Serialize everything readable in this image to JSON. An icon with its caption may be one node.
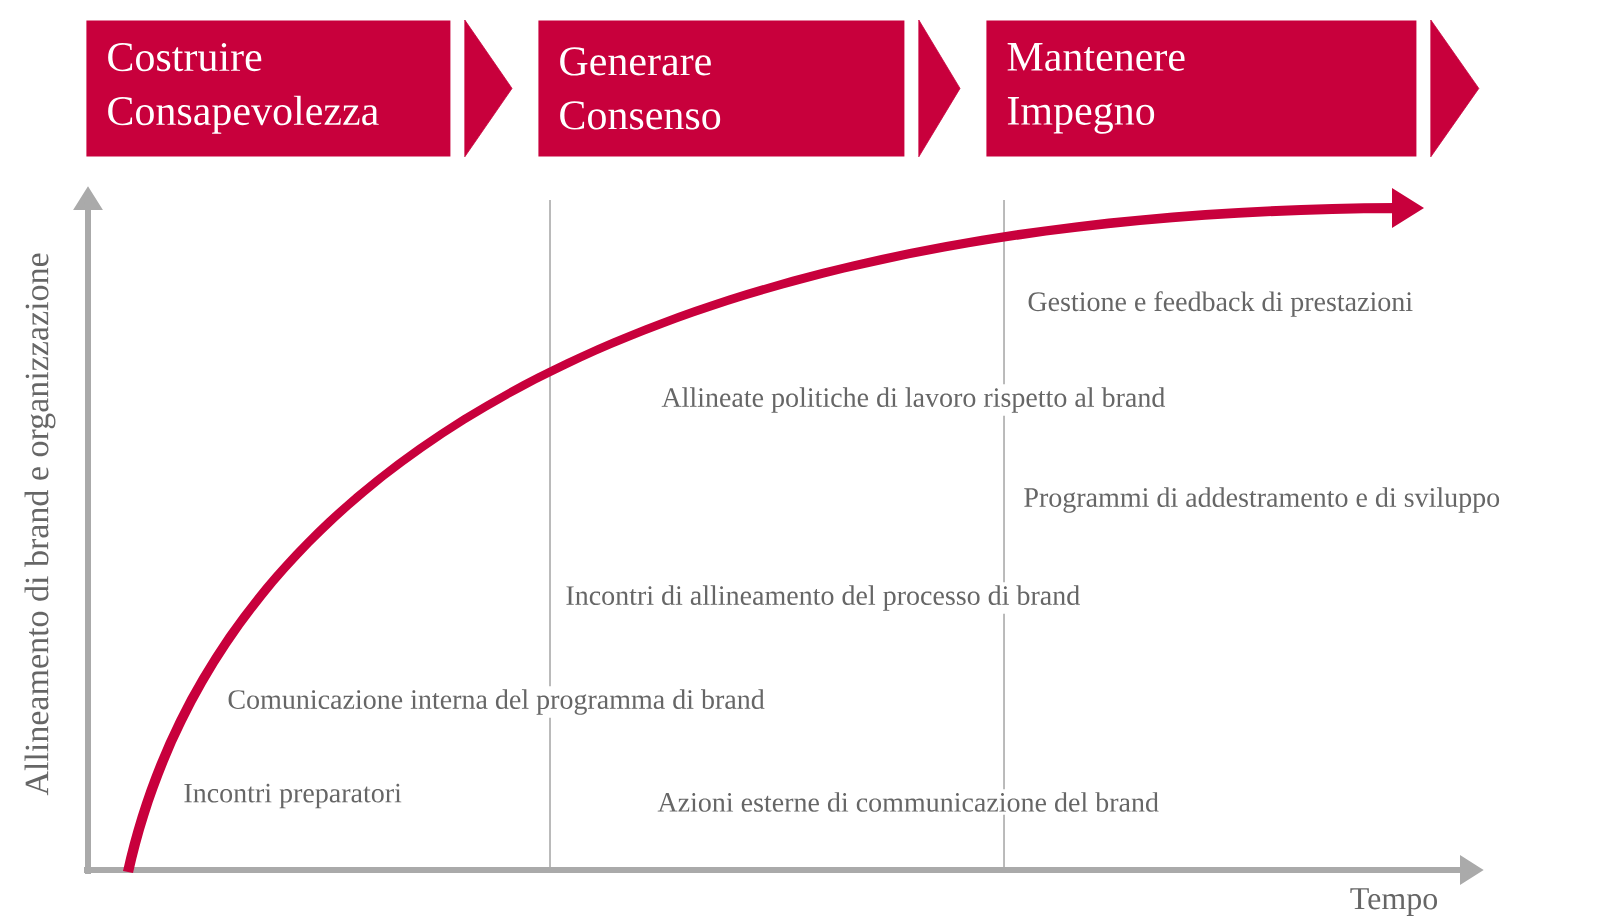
{
  "diagram": {
    "nodes": [
      {
        "text": [
          "Costruire Consapevolezza"
        ]
      },
      {
        "text": [
          "Generare Consenso"
        ]
      },
      {
        "text": [
          "Mantenere Impegno"
        ]
      }
    ],
    "edges": [
      {
        "from": 0,
        "to": 1,
        "arrow": "to"
      },
      {
        "from": 1,
        "to": 2,
        "arrow": "to"
      },
      {
        "from": 2,
        "to": null,
        "arrow": "to"
      }
    ],
    "labels": [
      "Allineamento di brand e organizzazione",
      "Gestione e feedback di prestazioni",
      "Allineate politiche di lavoro rispetto al brand",
      "Programmi di addestramento e di sviluppo",
      "Incontri di allineamento del processo di brand",
      "Comunicazione interna del programma di brand",
      "Incontri preparatori",
      "Azioni esterne di communicazione del brand",
      "Tempo"
    ]
  }
}
